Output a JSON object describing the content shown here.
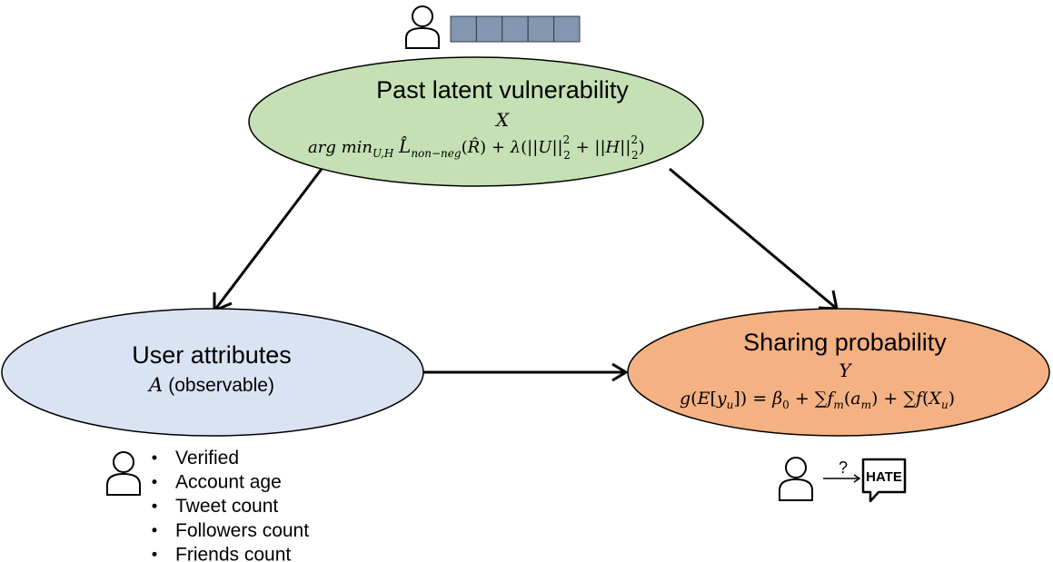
{
  "nodes": {
    "past": {
      "title": "Past latent vulnerability",
      "symbol": "X",
      "formula": "arg min_{U,H} L̂_{non−neg}(R̂) + λ(||U||_2^2 + ||H||_2^2)",
      "fill": "#c5e0b4"
    },
    "user": {
      "title": "User attributes",
      "symbol": "A",
      "note": "(observable)",
      "fill": "#dae3f3"
    },
    "sharing": {
      "title": "Sharing probability",
      "symbol": "Y",
      "formula": "g(E[y_u]) = β_0 + ∑f_m(a_m) + ∑f(X_u)",
      "fill": "#f4b183"
    }
  },
  "vector": {
    "cells": 5,
    "fill": "#8497b0"
  },
  "attributes": {
    "items": [
      "Verified",
      "Account age",
      "Tweet count",
      "Followers count",
      "Friends count"
    ]
  },
  "sharing_icon": {
    "question": "?",
    "bubble_text": "HATE"
  },
  "icons": [
    "person-icon",
    "vector-icon",
    "speech-bubble-icon"
  ]
}
